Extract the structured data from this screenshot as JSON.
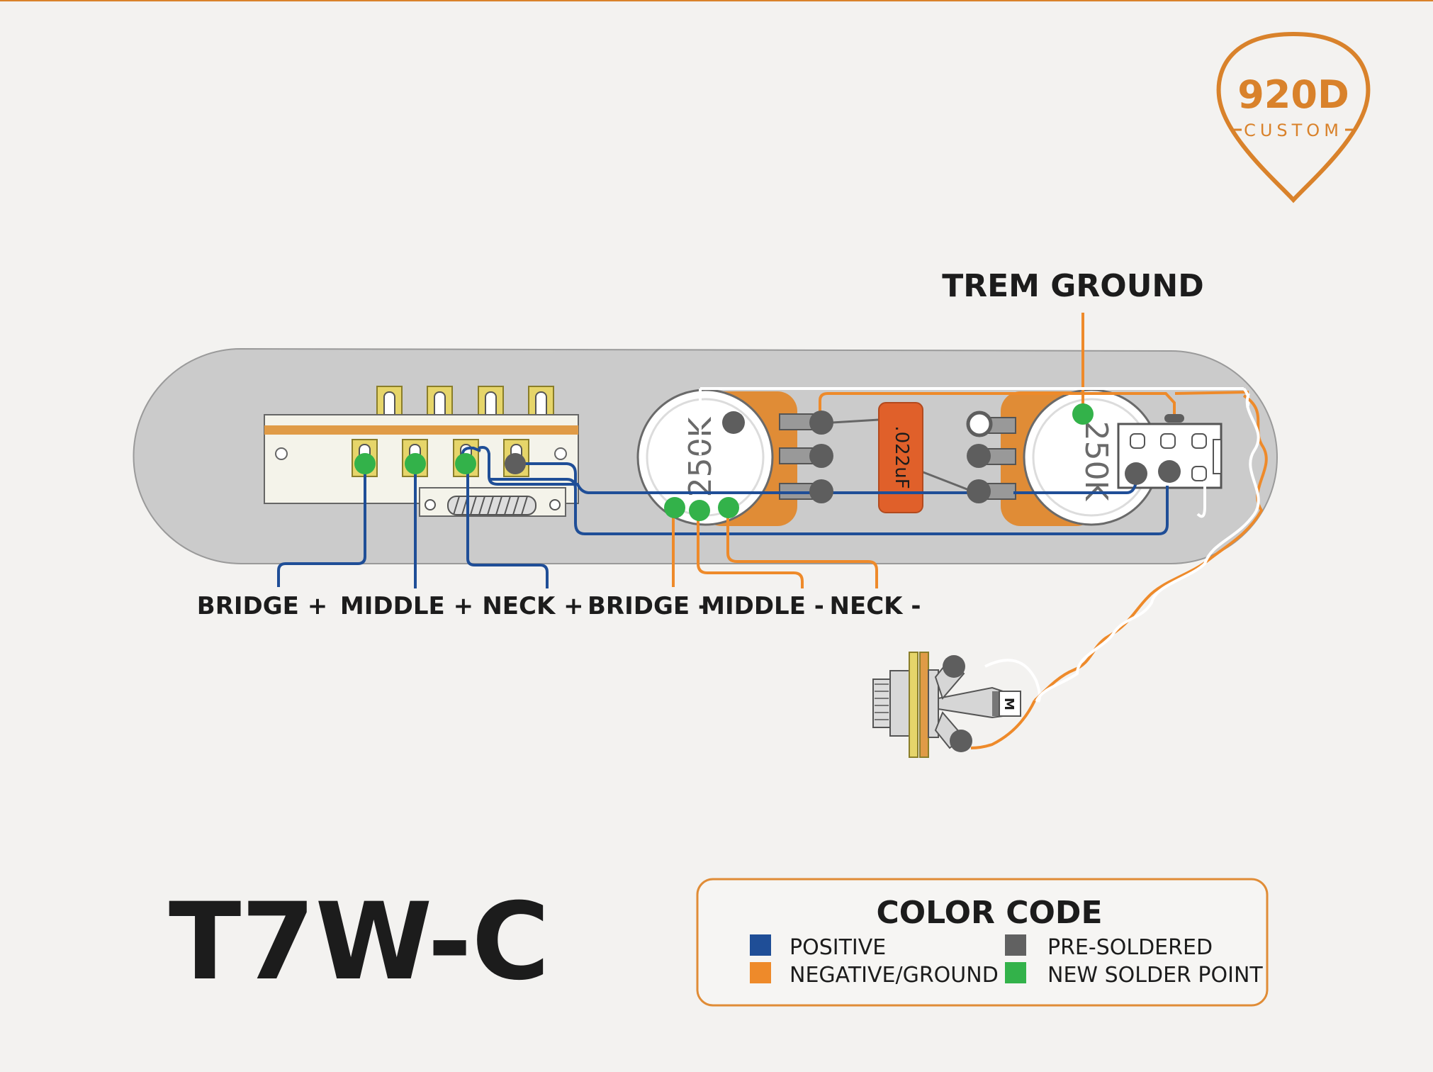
{
  "brand": {
    "name": "920D",
    "tagline": "CUSTOM",
    "color": "#d9822b"
  },
  "title": "T7W-C",
  "labels": {
    "trem_ground": "TREM GROUND",
    "bridge_pos": "BRIDGE +",
    "middle_pos": "MIDDLE +",
    "neck_pos": "NECK +",
    "bridge_neg": "BRIDGE -",
    "middle_neg": "MIDDLE -",
    "neck_neg": "NECK -"
  },
  "components": {
    "pot_left_value": "250K",
    "pot_right_value": "250K",
    "capacitor_value": ".022uF",
    "jack_marking": "M"
  },
  "legend": {
    "title": "COLOR CODE",
    "items": [
      {
        "label": "POSITIVE",
        "color": "#1f4e97"
      },
      {
        "label": "PRE-SOLDERED",
        "color": "#616161"
      },
      {
        "label": "NEGATIVE/GROUND",
        "color": "#ee8a2a"
      },
      {
        "label": "NEW SOLDER POINT",
        "color": "#33b24a"
      }
    ]
  },
  "colors": {
    "positive": "#1f4e97",
    "negative": "#ee8a2a",
    "pre_soldered": "#616161",
    "new_solder": "#33b24a",
    "plate": "#cccccc",
    "pot_body": "#e08c36",
    "capacitor": "#e0602a"
  }
}
